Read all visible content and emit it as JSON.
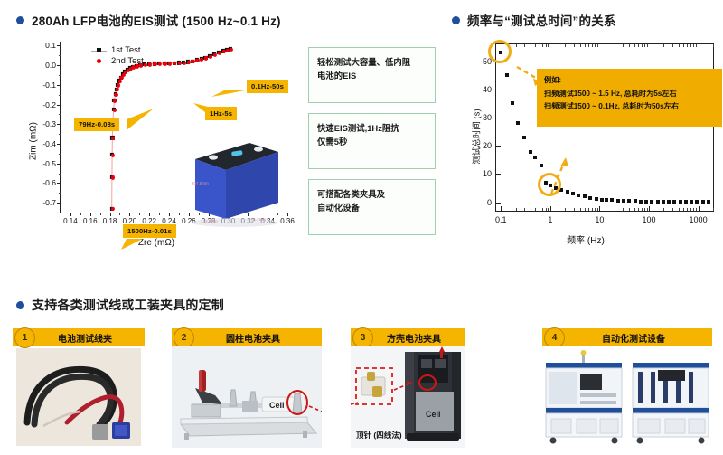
{
  "sections": {
    "left_title": "280Ah LFP电池的EIS测试 (1500 Hz~0.1 Hz)",
    "right_title": "频率与“测试总时间”的关系",
    "bottom_title": "支持各类测试线或工装夹具的定制"
  },
  "colors": {
    "bullet": "#1f4e9c",
    "accent_yellow": "#f5b400",
    "accent_orange": "#f0ad00",
    "series_1st": "#111111",
    "series_2nd": "#e8000b",
    "green_border": "#9ecfae"
  },
  "left_chart": {
    "callouts": [
      {
        "text": "0.1Hz-50s"
      },
      {
        "text": "1Hz-5s"
      },
      {
        "text": "79Hz-0.08s"
      },
      {
        "text": "1500Hz-0.01s"
      }
    ]
  },
  "green_boxes": [
    {
      "line1": "轻松测试大容量、低内阻",
      "line2": "电池的EIS"
    },
    {
      "line1": "快速EIS测试,1Hz阻抗",
      "line2": "仅需5秒"
    },
    {
      "line1": "可搭配各类夹具及",
      "line2": "自动化设备"
    }
  ],
  "right_chart": {
    "note": {
      "line1": "例如:",
      "line2": "扫频测试1500 ~ 1.5 Hz, 总耗时为5s左右",
      "line3": "扫频测试1500 ~ 0.1Hz, 总耗时为50s左右"
    }
  },
  "cards": [
    {
      "num": "1",
      "title": "电池测试线夹",
      "caption": ""
    },
    {
      "num": "2",
      "title": "圆柱电池夹具",
      "caption": "Cell"
    },
    {
      "num": "3",
      "title": "方壳电池夹具",
      "caption": "顶针 (四线法)",
      "cell_label": "Cell"
    },
    {
      "num": "4",
      "title": "自动化测试设备",
      "caption": ""
    }
  ],
  "chart_data": [
    {
      "type": "scatter",
      "title": "280Ah LFP电池的EIS测试 (1500 Hz~0.1 Hz)",
      "xlabel": "Zre (mΩ)",
      "ylabel": "Zim (mΩ)",
      "xlim": [
        0.13,
        0.36
      ],
      "ylim": [
        -0.75,
        0.12
      ],
      "xticks": [
        "0.14",
        "0.16",
        "0.18",
        "0.20",
        "0.22",
        "0.24",
        "0.26",
        "0.28",
        "0.30",
        "0.32",
        "0.34",
        "0.36"
      ],
      "yticks": [
        "0.1",
        "0.0",
        "-0.1",
        "-0.2",
        "-0.3",
        "-0.4",
        "-0.5",
        "-0.6",
        "-0.7"
      ],
      "grid": false,
      "legend": [
        "1st Test",
        "2nd Test"
      ],
      "legend_position": "top-left",
      "series": [
        {
          "name": "1st Test",
          "points": [
            [
              0.182,
              -0.73
            ],
            [
              0.1821,
              -0.57
            ],
            [
              0.1823,
              -0.455
            ],
            [
              0.1826,
              -0.37
            ],
            [
              0.183,
              -0.295
            ],
            [
              0.1838,
              -0.225
            ],
            [
              0.1845,
              -0.178
            ],
            [
              0.1855,
              -0.148
            ],
            [
              0.1866,
              -0.122
            ],
            [
              0.1878,
              -0.1
            ],
            [
              0.1893,
              -0.08
            ],
            [
              0.191,
              -0.062
            ],
            [
              0.193,
              -0.047
            ],
            [
              0.1952,
              -0.034
            ],
            [
              0.1978,
              -0.024
            ],
            [
              0.2005,
              -0.015
            ],
            [
              0.2035,
              -0.008
            ],
            [
              0.207,
              -0.003
            ],
            [
              0.211,
              0.001
            ],
            [
              0.2155,
              0.004
            ],
            [
              0.22,
              0.006
            ],
            [
              0.225,
              0.008
            ],
            [
              0.23,
              0.009
            ],
            [
              0.235,
              0.01
            ],
            [
              0.24,
              0.01
            ],
            [
              0.245,
              0.011
            ],
            [
              0.25,
              0.012
            ],
            [
              0.2545,
              0.014
            ],
            [
              0.259,
              0.017
            ],
            [
              0.2635,
              0.021
            ],
            [
              0.268,
              0.026
            ],
            [
              0.2725,
              0.032
            ],
            [
              0.277,
              0.038
            ],
            [
              0.2815,
              0.046
            ],
            [
              0.286,
              0.055
            ],
            [
              0.2905,
              0.065
            ],
            [
              0.295,
              0.072
            ],
            [
              0.299,
              0.078
            ],
            [
              0.302,
              0.082
            ]
          ]
        },
        {
          "name": "2nd Test",
          "points": [
            [
              0.182,
              -0.73
            ],
            [
              0.1821,
              -0.57
            ],
            [
              0.1823,
              -0.455
            ],
            [
              0.1826,
              -0.37
            ],
            [
              0.183,
              -0.295
            ],
            [
              0.1838,
              -0.225
            ],
            [
              0.1845,
              -0.178
            ],
            [
              0.1855,
              -0.148
            ],
            [
              0.1866,
              -0.122
            ],
            [
              0.1878,
              -0.1
            ],
            [
              0.1893,
              -0.08
            ],
            [
              0.191,
              -0.062
            ],
            [
              0.193,
              -0.047
            ],
            [
              0.1952,
              -0.034
            ],
            [
              0.1978,
              -0.024
            ],
            [
              0.2005,
              -0.015
            ],
            [
              0.2035,
              -0.008
            ],
            [
              0.207,
              -0.003
            ],
            [
              0.211,
              0.001
            ],
            [
              0.2155,
              0.004
            ],
            [
              0.22,
              0.006
            ],
            [
              0.225,
              0.008
            ],
            [
              0.23,
              0.009
            ],
            [
              0.235,
              0.01
            ],
            [
              0.24,
              0.01
            ],
            [
              0.245,
              0.011
            ],
            [
              0.25,
              0.012
            ],
            [
              0.2545,
              0.014
            ],
            [
              0.259,
              0.017
            ],
            [
              0.2635,
              0.021
            ],
            [
              0.268,
              0.026
            ],
            [
              0.2725,
              0.032
            ],
            [
              0.277,
              0.038
            ],
            [
              0.2815,
              0.046
            ],
            [
              0.286,
              0.055
            ],
            [
              0.2905,
              0.065
            ],
            [
              0.295,
              0.072
            ],
            [
              0.299,
              0.078
            ],
            [
              0.302,
              0.082
            ]
          ]
        }
      ],
      "annotations": [
        {
          "text": "0.1Hz-50s",
          "x": 0.302,
          "y": 0.082
        },
        {
          "text": "1Hz-5s",
          "x": 0.262,
          "y": 0.02
        },
        {
          "text": "79Hz-0.08s",
          "x": 0.19,
          "y": -0.065
        },
        {
          "text": "1500Hz-0.01s",
          "x": 0.182,
          "y": -0.73
        }
      ]
    },
    {
      "type": "scatter",
      "title": "频率与“测试总时间”的关系",
      "xlabel": "频率 (Hz)",
      "ylabel": "测试总时间 (s)",
      "xscale": "log",
      "xlim": [
        0.08,
        2000
      ],
      "ylim": [
        -3,
        56
      ],
      "xticks": [
        "0.1",
        "1",
        "10",
        "100",
        "1000"
      ],
      "yticks": [
        "0",
        "10",
        "20",
        "30",
        "40",
        "50"
      ],
      "grid": false,
      "legend": [],
      "x": [
        0.1,
        0.13,
        0.17,
        0.22,
        0.3,
        0.4,
        0.5,
        0.65,
        0.8,
        1.0,
        1.3,
        1.7,
        2.2,
        2.9,
        3.8,
        5,
        6.5,
        8.5,
        11,
        14,
        18,
        24,
        31,
        40,
        52,
        68,
        88,
        115,
        150,
        195,
        255,
        330,
        430,
        560,
        730,
        950,
        1240,
        1600
      ],
      "values": [
        53,
        45,
        35,
        28,
        23,
        18,
        16,
        13,
        7,
        6,
        5,
        4.4,
        3.6,
        3.2,
        2.6,
        2.0,
        1.6,
        1.3,
        1.0,
        0.8,
        0.7,
        0.6,
        0.5,
        0.45,
        0.4,
        0.35,
        0.3,
        0.28,
        0.25,
        0.22,
        0.2,
        0.18,
        0.16,
        0.14,
        0.12,
        0.1,
        0.09,
        0.08
      ],
      "annotations": [
        {
          "text": "例如:",
          "type": "note"
        },
        {
          "text": "扫频测试1500 ~ 1.5 Hz, 总耗时为5s左右",
          "type": "note"
        },
        {
          "text": "扫频测试1500 ~ 0.1Hz, 总耗时为50s左右",
          "type": "note"
        }
      ],
      "highlight_circles": [
        {
          "x": 0.1,
          "y": 53
        },
        {
          "x": 1.0,
          "y": 6
        }
      ]
    }
  ]
}
